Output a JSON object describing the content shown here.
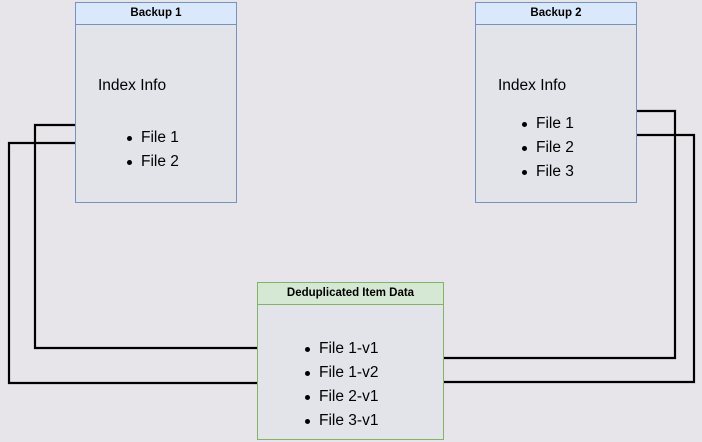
{
  "diagram": {
    "title": "Backup deduplication index diagram",
    "background_color": "#e7e5ea",
    "edge_color": "#000000"
  },
  "nodes": {
    "backup1": {
      "header": "Backup 1",
      "section_label": "Index Info",
      "header_fill": "#dae8fc",
      "header_stroke": "#7593bf",
      "items": [
        {
          "label": "File 1"
        },
        {
          "label": "File 2"
        }
      ]
    },
    "backup2": {
      "header": "Backup 2",
      "section_label": "Index Info",
      "header_fill": "#dae8fc",
      "header_stroke": "#7593bf",
      "items": [
        {
          "label": "File 1"
        },
        {
          "label": "File 2"
        },
        {
          "label": "File 3"
        }
      ]
    },
    "dedup": {
      "header": "Deduplicated Item Data",
      "header_fill": "#d5e8d4",
      "header_stroke": "#82b366",
      "items": [
        {
          "label": "File 1-v1"
        },
        {
          "label": "File 1-v2"
        },
        {
          "label": "File 2-v1"
        },
        {
          "label": "File 3-v1"
        }
      ]
    }
  },
  "edges": [
    {
      "from": "backup1.File 1",
      "to": "dedup.File 1-v1",
      "direction": "left-route"
    },
    {
      "from": "backup1.File 2",
      "to": "dedup.File 2-v1",
      "direction": "left-route"
    },
    {
      "from": "backup2.File 1",
      "to": "dedup.File 1-v2",
      "direction": "right-route"
    },
    {
      "from": "backup2.File 2",
      "to": "dedup.File 2-v1",
      "direction": "right-route"
    }
  ]
}
